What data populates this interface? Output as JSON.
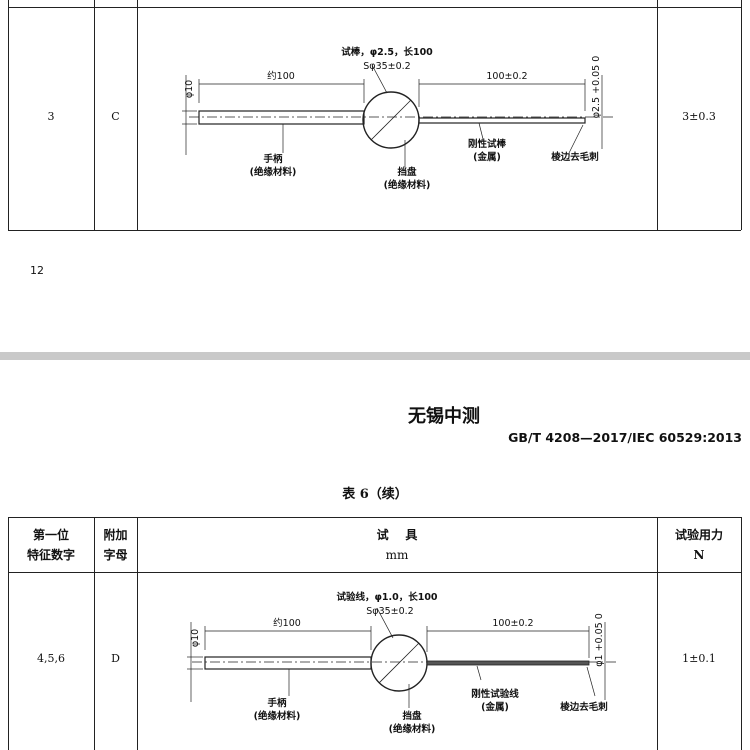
{
  "page_top": {
    "row": {
      "code": "3",
      "letter": "C",
      "force": "3±0.3",
      "drawing": {
        "probe_label": "试棒，φ2.5，长100",
        "sphere_label": "Sφ35±0.2",
        "dia_label": "φ10",
        "approx_label": "约100",
        "length_label": "100±0.2",
        "tip_dia_label": "φ2.5 +0.05 0",
        "handle_label": "手柄",
        "handle_material": "(绝缘材料)",
        "stop_label": "挡盘",
        "stop_material": "(绝缘材料)",
        "rigid_label": "刚性试棒",
        "rigid_material": "(金属)",
        "deburr_label": "棱边去毛刺"
      }
    },
    "page_number": "12"
  },
  "page_bottom": {
    "watermark": "无锡中测",
    "standard": "GB/T 4208—2017/IEC 60529:2013",
    "table_title": "表 6（续）",
    "headers": {
      "col1_line1": "第一位",
      "col1_line2": "特征数字",
      "col2_line1": "附加",
      "col2_line2": "字母",
      "col3_line1": "试    具",
      "col3_line2": "mm",
      "col4_line1": "试验用力",
      "col4_line2": "N"
    },
    "row": {
      "code": "4,5,6",
      "letter": "D",
      "force": "1±0.1",
      "drawing": {
        "probe_label": "试验线，φ1.0，长100",
        "sphere_label": "Sφ35±0.2",
        "dia_label": "φ10",
        "approx_label": "约100",
        "length_label": "100±0.2",
        "tip_dia_label": "φ1 +0.05 0",
        "handle_label": "手柄",
        "handle_material": "(绝缘材料)",
        "stop_label": "挡盘",
        "stop_material": "(绝缘材料)",
        "rigid_label": "刚性试验线",
        "rigid_material": "(金属)",
        "deburr_label": "棱边去毛刺"
      }
    }
  }
}
